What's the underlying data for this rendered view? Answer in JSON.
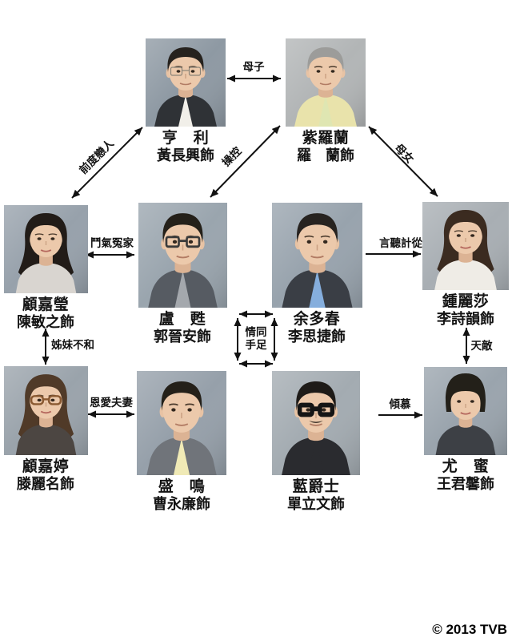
{
  "copyright": "© 2013 TVB",
  "colors": {
    "arrow": "#121212",
    "text": "#141414",
    "page_bg": "#ffffff"
  },
  "people": [
    {
      "name": "亨　利",
      "actor": "黃長興飾",
      "avatar": {
        "bg": "#8e99a3",
        "hair": "#26221e",
        "top": "#2f3236",
        "shirt": "#f1efe9",
        "glasses": "#8a8478",
        "glasses_width": "1.2"
      }
    },
    {
      "name": "紫羅蘭",
      "actor": "羅　蘭飾",
      "avatar": {
        "bg": "#b2b5b6",
        "hair": "#9c9c9a",
        "top": "#e9e3ab",
        "shirt": "#dfe6b2"
      }
    },
    {
      "name": "顧嘉瑩",
      "actor": "陳敏之飾",
      "avatar": {
        "bg": "#97a1ab",
        "hair": "#221c18",
        "top": "#d9d5d0"
      }
    },
    {
      "name": "盧　甦",
      "actor": "郭晉安飾",
      "avatar": {
        "bg": "#9aa5ae",
        "hair": "#242019",
        "top": "#565b62",
        "shirt": "#a4a8ad",
        "glasses": "#3b3b3b",
        "glasses_width": "2.4"
      }
    },
    {
      "name": "余多春",
      "actor": "李思捷飾",
      "avatar": {
        "bg": "#98a3ad",
        "hair": "#272320",
        "top": "#3a3e45",
        "shirt": "#85aedd"
      }
    },
    {
      "name": "鍾麗莎",
      "actor": "李詩韻飾",
      "avatar": {
        "bg": "#a8aeb3",
        "hair": "#3b2b20",
        "top": "#efece6",
        "band": "#d8a58f"
      }
    },
    {
      "name": "顧嘉婷",
      "actor": "滕麗名飾",
      "avatar": {
        "bg": "#9aa3ab",
        "hair": "#503a28",
        "top": "#4c4642",
        "glasses": "#8a5a32",
        "glasses_width": "2.4"
      }
    },
    {
      "name": "盛　鳴",
      "actor": "曹永廉飾",
      "avatar": {
        "bg": "#96a0aa",
        "hair": "#242019",
        "top": "#70747a",
        "shirt": "#f0eab6"
      }
    },
    {
      "name": "藍爵士",
      "actor": "單立文飾",
      "avatar": {
        "bg": "#a3abb1",
        "hair": "#1e1b18",
        "top": "#2a2b2f",
        "shirt": "#2a2b2f",
        "glasses": "#151515",
        "glasses_width": "5",
        "stache": "#42362c"
      }
    },
    {
      "name": "尤　蜜",
      "actor": "王君馨飾",
      "avatar": {
        "bg": "#9aa4ad",
        "hair": "#232019",
        "top": "#3d4045"
      }
    }
  ],
  "relationships": {
    "mother_son": "母子",
    "ex_lovers": "前度戀人",
    "manipulates": "操控",
    "mother_daughter": "母女",
    "bickering_rivals": "鬥氣冤家",
    "obedient": "言聽計從",
    "sisters_discord": "姊妹不和",
    "sworn_brothers_line1": "情同",
    "sworn_brothers_line2": "手足",
    "loving_couple": "恩愛夫妻",
    "admires": "傾慕",
    "nemesis": "天敵"
  }
}
